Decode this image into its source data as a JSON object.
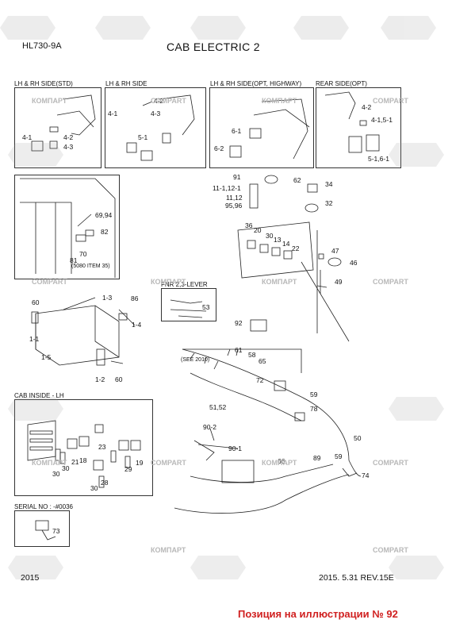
{
  "header": {
    "model": "HL730-9A",
    "title": "CAB ELECTRIC 2"
  },
  "sections": {
    "lh_rh_std": "LH & RH SIDE(STD)",
    "lh_rh": "LH & RH SIDE",
    "lh_rh_opt": "LH & RH SIDE(OPT, HIGHWAY)",
    "rear_opt": "REAR SIDE(OPT)",
    "fnr": "FNR 2,3-LEVER",
    "cab_inside": "CAB INSIDE - LH",
    "serial": "SERIAL NO : -#0036"
  },
  "callouts": {
    "p1": [
      "4-1",
      "4-2",
      "4-3"
    ],
    "p2": [
      "4-2",
      "4-1",
      "4-3",
      "5-1"
    ],
    "p3": [
      "6-1",
      "6-2"
    ],
    "p4": [
      "4-2",
      "4-1,5-1",
      "5-1,6-1"
    ],
    "p5": [
      "69,94",
      "82",
      "70",
      "81",
      "(5080 ITEM 35)"
    ],
    "center": [
      "91",
      "11-1,12-1",
      "11,12",
      "95,96",
      "62",
      "34",
      "32",
      "36",
      "20",
      "30",
      "13",
      "14",
      "22",
      "47",
      "46",
      "49"
    ],
    "radio": [
      "60",
      "1-3",
      "86",
      "1-4",
      "1-1",
      "1-5",
      "1-2",
      "60"
    ],
    "fnr": [
      "53"
    ],
    "harness": [
      "92",
      "61",
      "58",
      "(SEE 2010)",
      "65",
      "72",
      "59",
      "78",
      "51,52",
      "50",
      "90-2",
      "90-1",
      "66",
      "89",
      "59",
      "74"
    ],
    "cab_inside": [
      "23",
      "21",
      "18",
      "30",
      "30",
      "28",
      "30",
      "29",
      "19"
    ],
    "serial": [
      "73"
    ]
  },
  "watermark": {
    "brand_ru": "КОМПАРТ",
    "brand_en": "COMPART"
  },
  "footer": {
    "year": "2015",
    "rev": "2015. 5.31  REV.15E",
    "position_note": "Позиция на иллюстрации № 92"
  }
}
